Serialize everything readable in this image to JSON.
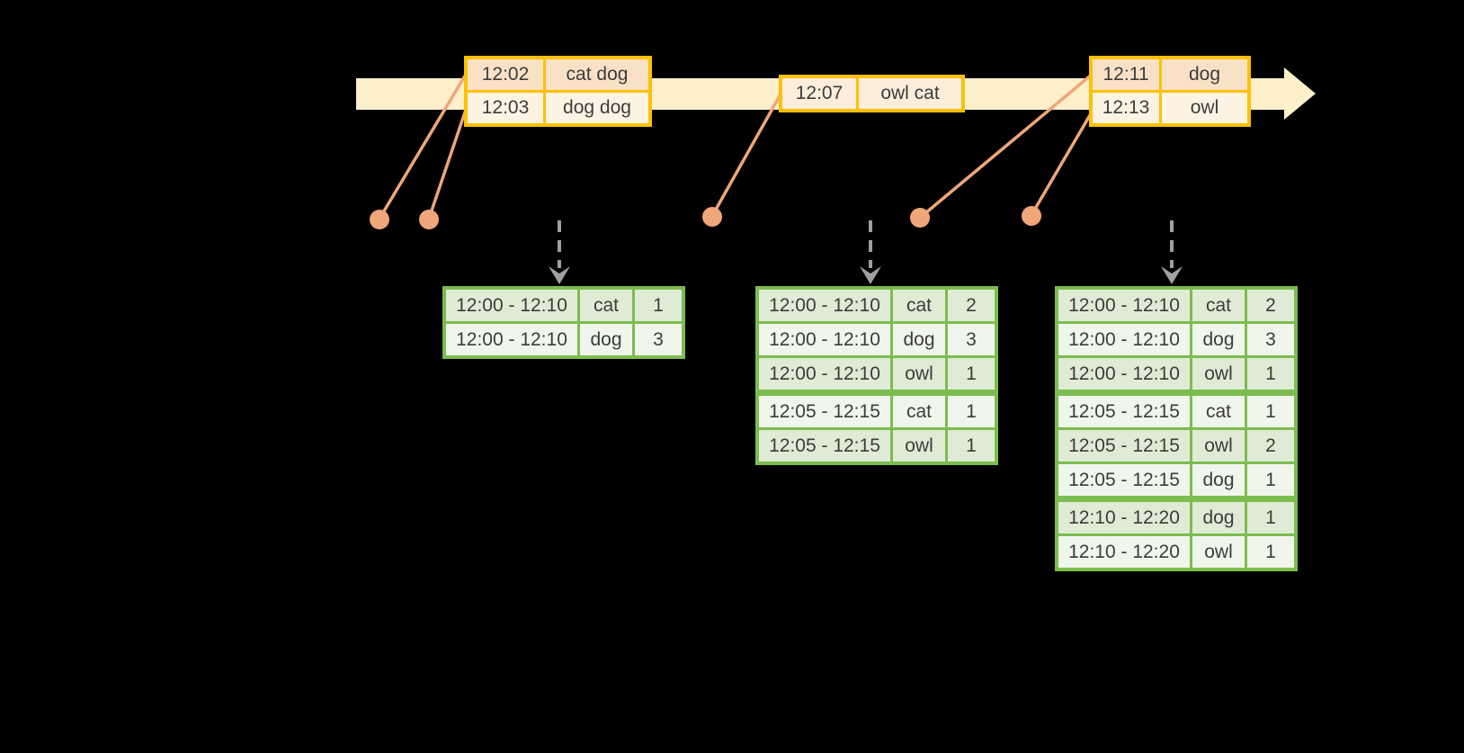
{
  "colors": {
    "background": "#000000",
    "timeline_band": "#fdf0cb",
    "event_table_border": "#fec000",
    "event_row_dark": "#f9e1c5",
    "event_row_light": "#fdf3e2",
    "connector_dot": "#efa678",
    "trigger_arrow_gray": "#a0a0a0",
    "result_table_border": "#7cbd4f",
    "result_row_dark": "#e0ebd5",
    "result_row_light": "#f1f6ec",
    "text": "#3c3c3c"
  },
  "event_tables": [
    {
      "rows": [
        {
          "time": "12:02",
          "words": "cat dog"
        },
        {
          "time": "12:03",
          "words": "dog dog"
        }
      ]
    },
    {
      "rows": [
        {
          "time": "12:07",
          "words": "owl cat"
        }
      ]
    },
    {
      "rows": [
        {
          "time": "12:11",
          "words": "dog"
        },
        {
          "time": "12:13",
          "words": "owl"
        }
      ]
    }
  ],
  "result_tables": [
    {
      "rows": [
        {
          "window": "12:00 - 12:10",
          "word": "cat",
          "count": "1"
        },
        {
          "window": "12:00 - 12:10",
          "word": "dog",
          "count": "3"
        }
      ]
    },
    {
      "rows": [
        {
          "window": "12:00 - 12:10",
          "word": "cat",
          "count": "2"
        },
        {
          "window": "12:00 - 12:10",
          "word": "dog",
          "count": "3"
        },
        {
          "window": "12:00 - 12:10",
          "word": "owl",
          "count": "1"
        },
        {
          "window": "12:05 - 12:15",
          "word": "cat",
          "count": "1"
        },
        {
          "window": "12:05 - 12:15",
          "word": "owl",
          "count": "1"
        }
      ]
    },
    {
      "rows": [
        {
          "window": "12:00 - 12:10",
          "word": "cat",
          "count": "2"
        },
        {
          "window": "12:00 - 12:10",
          "word": "dog",
          "count": "3"
        },
        {
          "window": "12:00 - 12:10",
          "word": "owl",
          "count": "1"
        },
        {
          "window": "12:05 - 12:15",
          "word": "cat",
          "count": "1"
        },
        {
          "window": "12:05 - 12:15",
          "word": "owl",
          "count": "2"
        },
        {
          "window": "12:05 - 12:15",
          "word": "dog",
          "count": "1"
        },
        {
          "window": "12:10 - 12:20",
          "word": "dog",
          "count": "1"
        },
        {
          "window": "12:10 - 12:20",
          "word": "owl",
          "count": "1"
        }
      ]
    }
  ]
}
